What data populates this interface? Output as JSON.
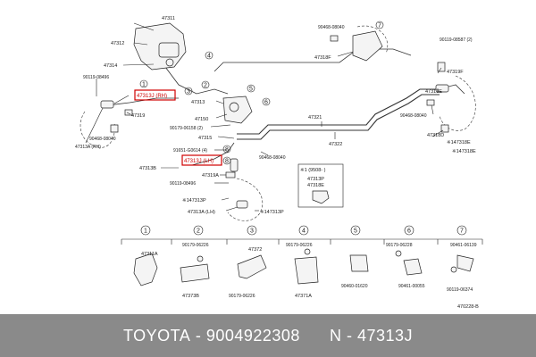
{
  "footer": {
    "brand": "TOYOTA",
    "sep1": " - ",
    "part_number": "9004922308",
    "sep2": "      N - ",
    "ref_code": "47313J"
  },
  "diagram": {
    "code": "470228-B",
    "circled": [
      "1",
      "2",
      "3",
      "4",
      "5",
      "6",
      "7"
    ],
    "callouts": {
      "c47311": "47311",
      "c47312": "47312",
      "c47314": "47314",
      "c90119_08496": "90119-08496",
      "c47313J_RH": "47313J (RH)",
      "c47319": "47319",
      "c47313A_RH": "47313A (RH)",
      "c90468_08040a": "90468-08040",
      "c47313": "47313",
      "c47150": "47150",
      "c90179_06158": "90179-06158 (2)",
      "c47315": "47315",
      "c91651_G0614": "91651-G0614 (4)",
      "c47313J_LH": "47313J (LH)",
      "c47313B": "47313B",
      "c90119_08496b": "90119-08496",
      "c47313P": "※147313P",
      "c47313A_LH": "47313A (LH)",
      "c147313P_b": "※147313P",
      "c47319A": "47319A",
      "c47321": "47321",
      "c47322": "47322",
      "c90468_08040b": "90468-08040",
      "c90468_08040c": "90468-08040",
      "c47318F": "47318F",
      "c90119_08587": "90119-08587 (2)",
      "c47319F": "47319F",
      "c47313E": "47313E",
      "c90468_08040d": "90468-08040",
      "c47318D": "47318D",
      "c147318E_a": "※147318E",
      "c147318E_b": "※147318E",
      "ref_note": "※1 (9508-  )",
      "box_47313P": "47313P",
      "box_47318E": "47318E",
      "c47311A": "47311A",
      "c47373B": "47373B",
      "c90179_06226a": "90179-06226",
      "c47372": "47372",
      "c90179_06226b": "90179-06226",
      "c90179_06226c": "90179-06226",
      "c47371A": "47371A",
      "c90460_01620": "90460-01620",
      "c90179_06228": "90179-06228",
      "c90461_00055": "90461-00055",
      "c90461_06139": "90461-06139",
      "c90119_06374": "90119-06374",
      "c8a": "8",
      "c8b": "8"
    }
  }
}
